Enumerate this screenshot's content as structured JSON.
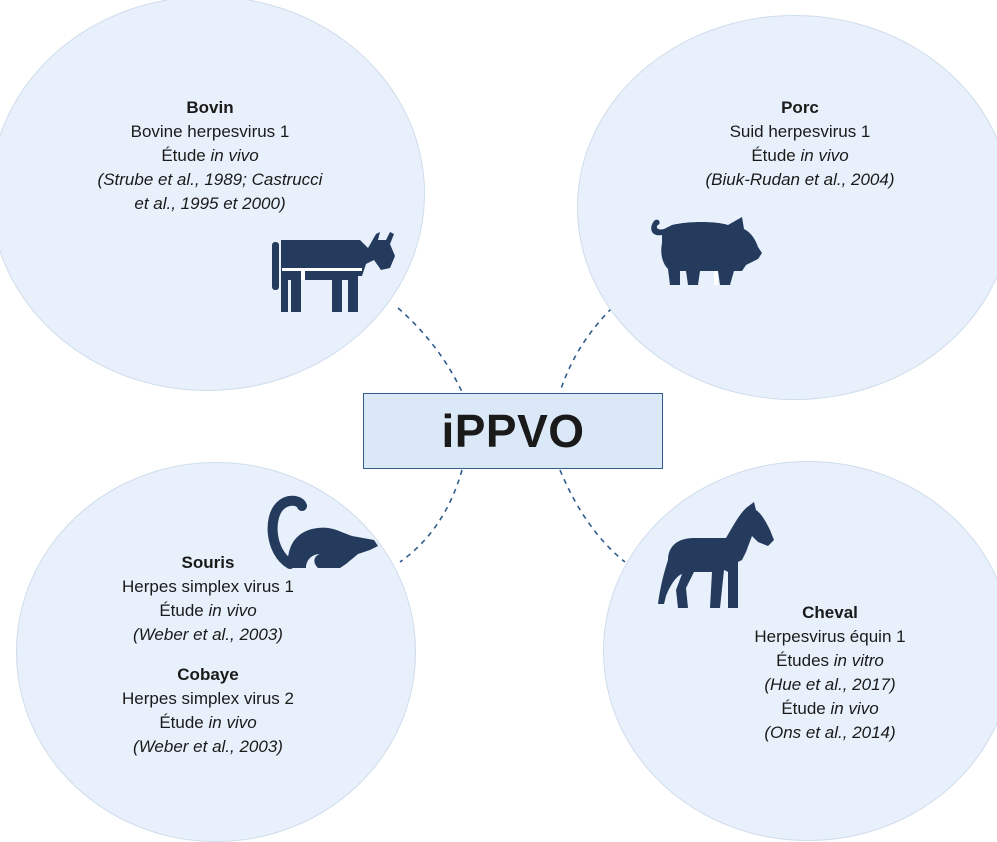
{
  "colors": {
    "circle_fill": "#e8f1fb",
    "icon": "#243b5e",
    "center_fill": "#dbe8f7",
    "center_border": "#2f5d8c",
    "connector": "#2f5d8c"
  },
  "center": {
    "label": "iPPVO"
  },
  "bovin": {
    "title": "Bovin",
    "virus": "Bovine herpesvirus 1",
    "study": "Étude ",
    "study_type": "in vivo",
    "ref_1": "(Strube et al., 1989; Castrucci",
    "ref_2": "et al., 1995 et 2000)",
    "icon": "cow-icon"
  },
  "porc": {
    "title": "Porc",
    "virus": "Suid herpesvirus 1",
    "study": "Étude ",
    "study_type": "in vivo",
    "ref": "(Biuk-Rudan et al., 2004)",
    "icon": "pig-icon"
  },
  "souris": {
    "title": "Souris",
    "virus": "Herpes simplex virus 1",
    "study": "Étude ",
    "study_type": "in vivo",
    "ref": "(Weber et al., 2003)",
    "icon": "mouse-icon"
  },
  "cobaye": {
    "title": "Cobaye",
    "virus": "Herpes simplex virus 2",
    "study": "Étude ",
    "study_type": "in vivo",
    "ref": "(Weber et al., 2003)"
  },
  "cheval": {
    "title": "Cheval",
    "virus": "Herpesvirus équin 1",
    "study_1": "Études ",
    "study_type_1": "in vitro",
    "ref_1": "(Hue et al., 2017)",
    "study_2": "Étude ",
    "study_type_2": "in vivo",
    "ref_2": "(Ons et al., 2014)",
    "icon": "horse-icon"
  }
}
